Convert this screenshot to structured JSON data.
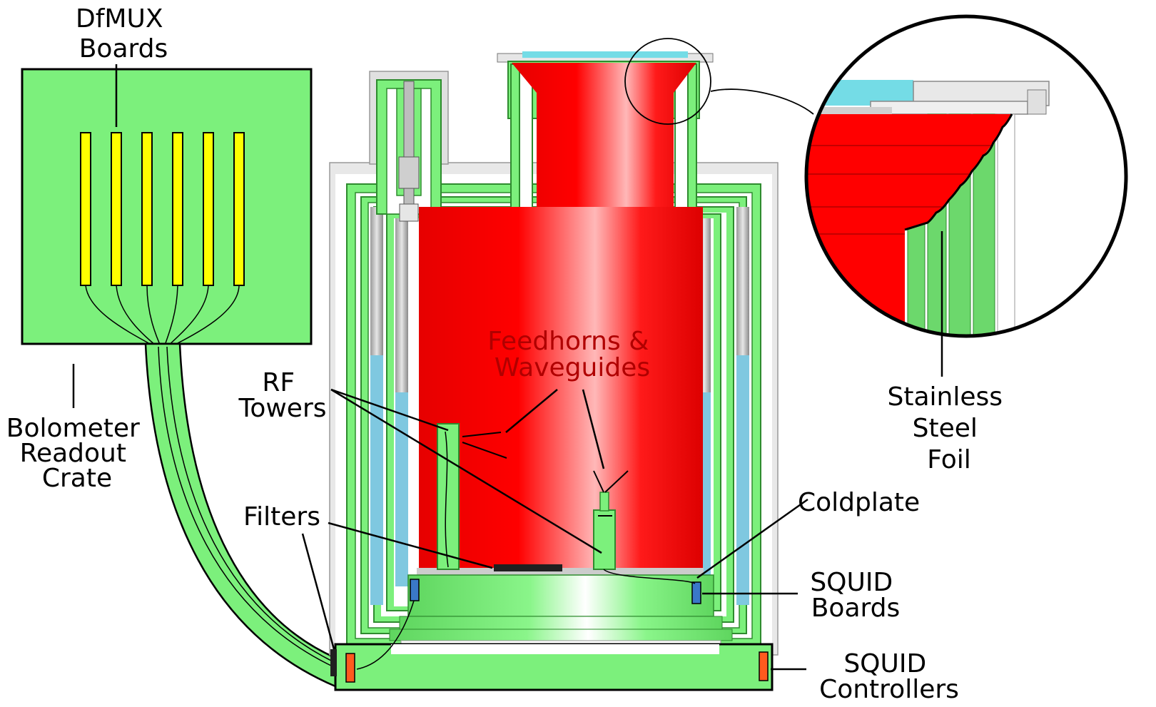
{
  "colors": {
    "green": "#7cf07c",
    "green_dark": "#4caf4c",
    "red": "#ff0000",
    "yellow": "#ffff00",
    "blue": "#7fc8e0",
    "squid_board": "#3a78c8",
    "controller": "#ff5a1e",
    "filter": "#202020"
  },
  "labels": {
    "dfmux": [
      "DfMUX",
      "Boards"
    ],
    "crate": [
      "Bolometer",
      "Readout",
      "Crate"
    ],
    "rf_towers": [
      "RF",
      "Towers"
    ],
    "feedhorns": [
      "Feedhorns &",
      "Waveguides"
    ],
    "filters": "Filters",
    "coldplate": "Coldplate",
    "squid_boards": [
      "SQUID",
      "Boards"
    ],
    "squid_controllers": [
      "SQUID",
      "Controllers"
    ],
    "foil": [
      "Stainless",
      "Steel",
      "Foil"
    ]
  }
}
